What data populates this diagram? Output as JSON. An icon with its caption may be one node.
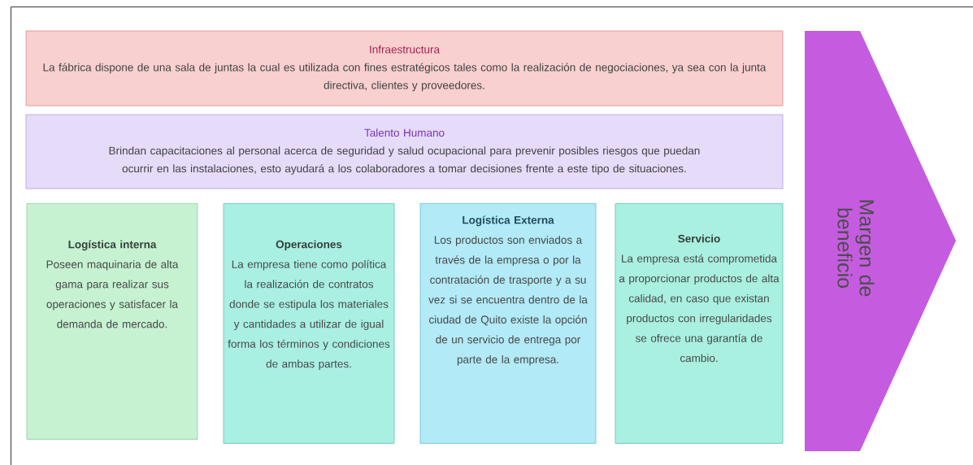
{
  "diagram": {
    "nodes": [
      {
        "text": [
          "Infraestructura",
          "La fábrica dispone de una sala de juntas la cual es utilizada con fines estratégicos tales como la realización de negociaciones, ya sea con la junta directiva, clientes y proveedores."
        ]
      },
      {
        "text": [
          "Talento Humano",
          "Brindan capacitaciones al personal acerca de seguridad y salud ocupacional para prevenir posibles riesgos que puedan ocurrir en las instalaciones, esto ayudará a los colaboradores a tomar decisiones frente a este tipo de situaciones."
        ]
      },
      {
        "text": [
          "Logística interna",
          "Poseen maquinaria de alta gama para realizar sus operaciones y satisfacer la demanda de mercado."
        ]
      },
      {
        "text": [
          "Operaciones",
          "La empresa tiene como política la realización de contratos donde se estipula los materiales y cantidades a utilizar de igual forma los términos y condiciones de ambas partes."
        ]
      },
      {
        "text": [
          "Logística Externa",
          "Los productos son enviados a través de la empresa o por la contratación de trasporte y a su vez si se encuentra dentro de la ciudad de Quito existe la opción de un servicio de entrega por parte de la empresa."
        ]
      },
      {
        "text": [
          "Servicio",
          "La empresa está comprometida a proporcionar productos de alta calidad, en caso que existan productos con irregularidades se ofrece una garantía de cambio."
        ]
      },
      {
        "text": [
          "Margen de beneficio"
        ]
      }
    ]
  }
}
